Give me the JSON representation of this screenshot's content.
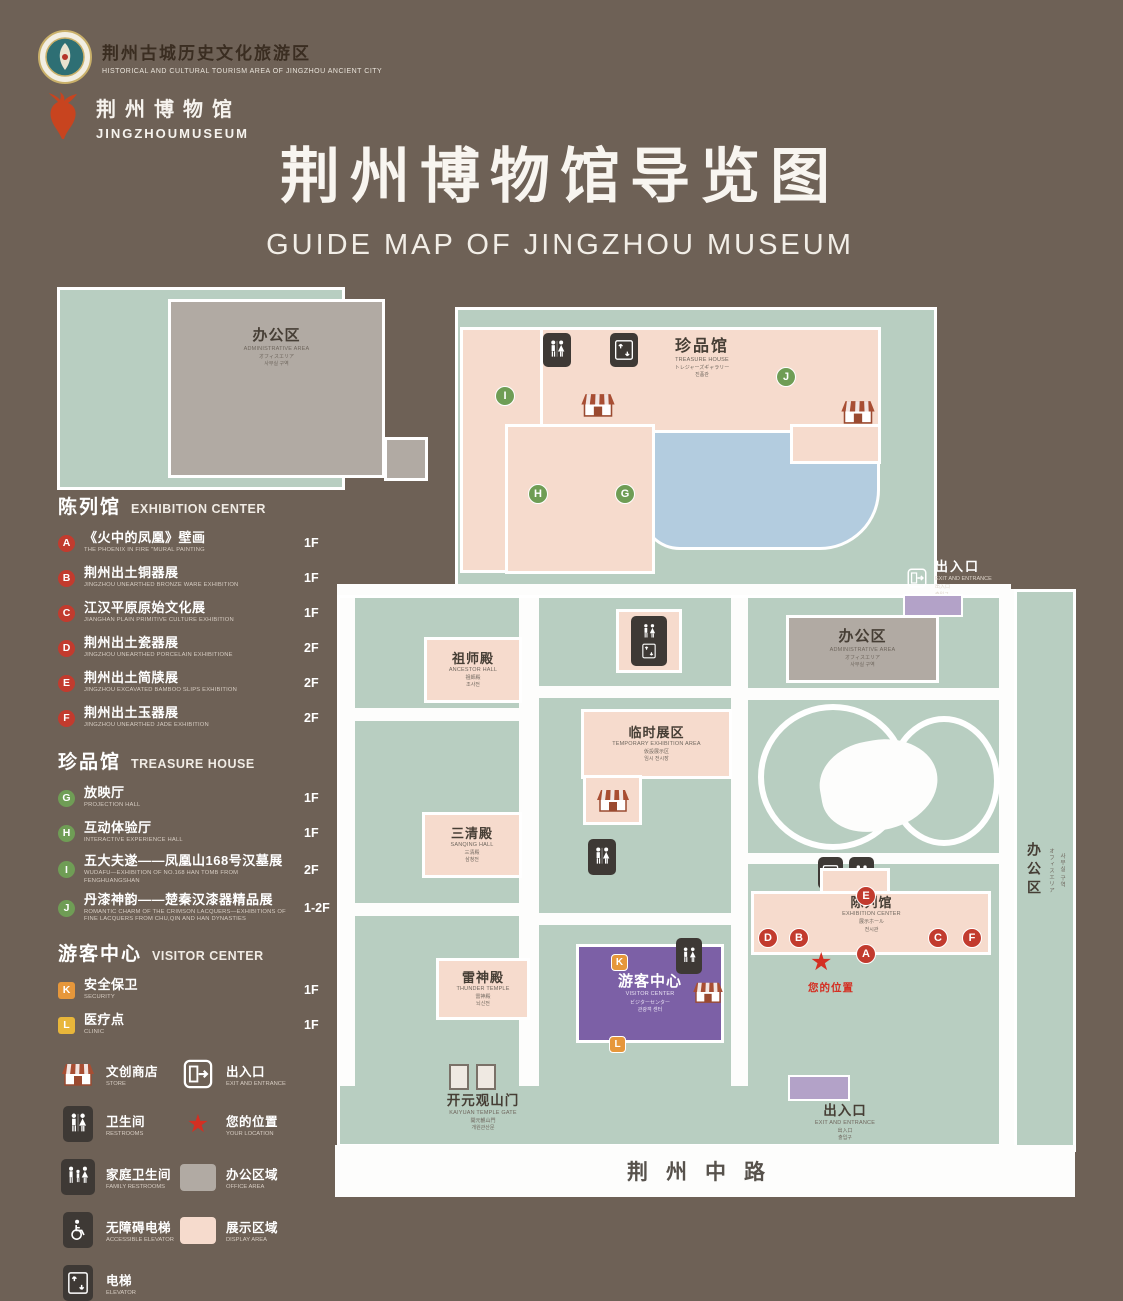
{
  "colors": {
    "background": "#6e6156",
    "map_green": "#b8cec1",
    "building_pink": "#f6dbcd",
    "building_gray": "#b1aaa3",
    "visitor_purple": "#7c60a6",
    "pond_blue": "#b3ccdf",
    "marker_red": "#c23b2e",
    "marker_green": "#6f9d55",
    "marker_orange": "#e6973b",
    "location_red": "#d42f22"
  },
  "header": {
    "park_logo": {
      "zh": "荆州古城历史文化旅游区",
      "en": "HISTORICAL AND CULTURAL TOURISM AREA OF JINGZHOU ANCIENT CITY"
    },
    "museum_logo": {
      "zh": "荆州博物馆",
      "en": "JINGZHOUMUSEUM"
    },
    "title": "荆州博物馆导览图",
    "subtitle": "GUIDE MAP OF JINGZHOU MUSEUM"
  },
  "legend": {
    "sections": [
      {
        "zh": "陈列馆",
        "en": "EXHIBITION CENTER",
        "items": [
          {
            "k": "A",
            "zh": "《火中的凤凰》壁画",
            "en": "THE PHOENIX IN FIRE \"MURAL PAINTING",
            "floor": "1F"
          },
          {
            "k": "B",
            "zh": "荆州出土铜器展",
            "en": "JINGZHOU UNEARTHED BRONZE WARE EXHIBITION",
            "floor": "1F"
          },
          {
            "k": "C",
            "zh": "江汉平原原始文化展",
            "en": "JIANGHAN PLAIN PRIMITIVE CULTURE EXHIBITION",
            "floor": "1F"
          },
          {
            "k": "D",
            "zh": "荆州出土瓷器展",
            "en": "JINGZHOU UNEARTHED PORCELAIN EXHIBITIONE",
            "floor": "2F"
          },
          {
            "k": "E",
            "zh": "荆州出土简牍展",
            "en": "JINGZHOU EXCAVATED BAMBOO SLIPS EXHIBITION",
            "floor": "2F"
          },
          {
            "k": "F",
            "zh": "荆州出土玉器展",
            "en": "JINGZHOU UNEARTHED JADE EXHIBITION",
            "floor": "2F"
          }
        ]
      },
      {
        "zh": "珍品馆",
        "en": "TREASURE HOUSE",
        "items": [
          {
            "k": "G",
            "zh": "放映厅",
            "en": "PROJECTION HALL",
            "floor": "1F"
          },
          {
            "k": "H",
            "zh": "互动体验厅",
            "en": "INTERACTIVE EXPERIENCE HALL",
            "floor": "1F"
          },
          {
            "k": "I",
            "zh": "五大夫遂——凤凰山168号汉墓展",
            "en": "WUDAFU—EXHIBITION OF NO.168 HAN TOMB FROM FENGHUANGSHAN",
            "floor": "2F"
          },
          {
            "k": "J",
            "zh": "丹漆神韵——楚秦汉漆器精品展",
            "en": "ROMANTIC CHARM OF THE CRIMSON LACQUERS—EXHIBITIONS OF FINE LACQUERS FROM CHU,QIN AND HAN DYNASTIES",
            "floor": "1-2F"
          }
        ]
      },
      {
        "zh": "游客中心",
        "en": "VISITOR CENTER",
        "items": [
          {
            "k": "K",
            "zh": "安全保卫",
            "en": "SECURITY",
            "floor": "1F"
          },
          {
            "k": "L",
            "zh": "医疗点",
            "en": "CLINIC",
            "floor": "1F"
          }
        ]
      }
    ],
    "icon_items": [
      {
        "zh": "文创商店",
        "en": "STORE"
      },
      {
        "zh": "出入口",
        "en": "EXIT AND ENTRANCE"
      },
      {
        "zh": "卫生间",
        "en": "RESTROOMS"
      },
      {
        "zh": "您的位置",
        "en": "YOUR LOCATION"
      },
      {
        "zh": "家庭卫生间",
        "en": "FAMILY RESTROOMS"
      },
      {
        "zh": "办公区域",
        "en": "OFFICE AREA"
      },
      {
        "zh": "无障碍电梯",
        "en": "ACCESSIBLE ELEVATOR"
      },
      {
        "zh": "展示区域",
        "en": "DISPLAY AREA"
      },
      {
        "zh": "电梯",
        "en": "ELEVATOR"
      }
    ]
  },
  "map": {
    "road": "荆州中路",
    "your_location": "您的位置",
    "buildings": {
      "admin_nw": {
        "zh": "办公区",
        "en": "ADMINISTRATIVE AREA",
        "jp": "オフィスエリア",
        "kr": "사무실 구역"
      },
      "treasure": {
        "zh": "珍品馆",
        "en": "TREASURE HOUSE",
        "jp": "トレジャーズギャラリー",
        "kr": "진품관"
      },
      "exit_ne": {
        "zh": "出入口",
        "en": "EXIT AND ENTRANCE",
        "jp": "出入口",
        "kr": "출입구"
      },
      "admin_e": {
        "zh": "办公区",
        "en": "ADMINISTRATIVE AREA",
        "jp": "オフィスエリア",
        "kr": "사무실 구역"
      },
      "admin_strip": {
        "zh": "办公区",
        "jp": "オフィスエリア",
        "kr": "사무실 구역"
      },
      "ancestor": {
        "zh": "祖师殿",
        "en": "ANCESTOR HALL",
        "jp": "祖師殿",
        "kr": "조사전"
      },
      "temporary": {
        "zh": "临时展区",
        "en": "TEMPORARY EXHIBITION AREA",
        "jp": "仮設展示区",
        "kr": "임시 전시장"
      },
      "sanqing": {
        "zh": "三清殿",
        "en": "SANQING HALL",
        "jp": "三清殿",
        "kr": "삼청전"
      },
      "thunder": {
        "zh": "雷神殿",
        "en": "THUNDER TEMPLE",
        "jp": "雷神殿",
        "kr": "뇌신전"
      },
      "visitor": {
        "zh": "游客中心",
        "en": "VISITOR CENTER",
        "jp": "ビジターセンター",
        "kr": "관광객 센터"
      },
      "exhibition": {
        "zh": "陈列馆",
        "en": "EXHIBITION CENTER",
        "jp": "展示ホール",
        "kr": "전시관"
      },
      "gate": {
        "zh": "开元观山门",
        "en": "KAIYUAN TEMPLE GATE",
        "jp": "開元観山門",
        "kr": "개원관산문"
      },
      "exit_s": {
        "zh": "出入口",
        "en": "EXIT AND ENTRANCE",
        "jp": "出入口",
        "kr": "출입구"
      }
    },
    "markers": {
      "I": "I",
      "J": "J",
      "H": "H",
      "G": "G",
      "E": "E",
      "D": "D",
      "B": "B",
      "A": "A",
      "C": "C",
      "F": "F",
      "K": "K",
      "L": "L"
    }
  }
}
